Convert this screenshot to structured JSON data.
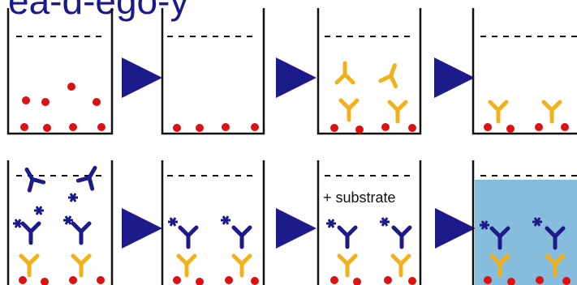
{
  "header": {
    "title_fragment": "ea-d-ego-y"
  },
  "panels": [
    {
      "id": "well-1",
      "row": 1,
      "contents": [
        "antigen-dots"
      ]
    },
    {
      "id": "well-2",
      "row": 1,
      "contents": [
        "antigen-dots"
      ]
    },
    {
      "id": "well-3",
      "row": 1,
      "contents": [
        "antigen-dots",
        "primary-antibodies"
      ]
    },
    {
      "id": "well-4",
      "row": 1,
      "contents": [
        "antigen-dots",
        "primary-antibodies-bound"
      ]
    },
    {
      "id": "well-5",
      "row": 2,
      "contents": [
        "antigen-dots",
        "primary-antibodies-bound",
        "secondary-antibodies"
      ]
    },
    {
      "id": "well-6",
      "row": 2,
      "contents": [
        "antigen-dots",
        "primary-antibodies-bound",
        "secondary-antibodies-bound"
      ]
    },
    {
      "id": "well-7",
      "row": 2,
      "contents": [
        "antigen-dots",
        "primary-antibodies-bound",
        "secondary-antibodies-bound"
      ]
    },
    {
      "id": "well-8",
      "row": 2,
      "contents": [
        "antigen-dots",
        "primary-antibodies-bound",
        "secondary-antibodies-bound",
        "colored-solution"
      ]
    }
  ],
  "labels": {
    "substrate": "+ substrate"
  },
  "colors": {
    "antigen": "#dd1111",
    "primary_antibody": "#f2b11a",
    "secondary_antibody": "#1d1b8a",
    "arrow": "#1d1b8a",
    "solution": "#86bddc",
    "well_outline": "#111111"
  },
  "icons": [
    "arrow-right-icon",
    "asterisk-enzyme-icon",
    "y-antibody-icon"
  ]
}
